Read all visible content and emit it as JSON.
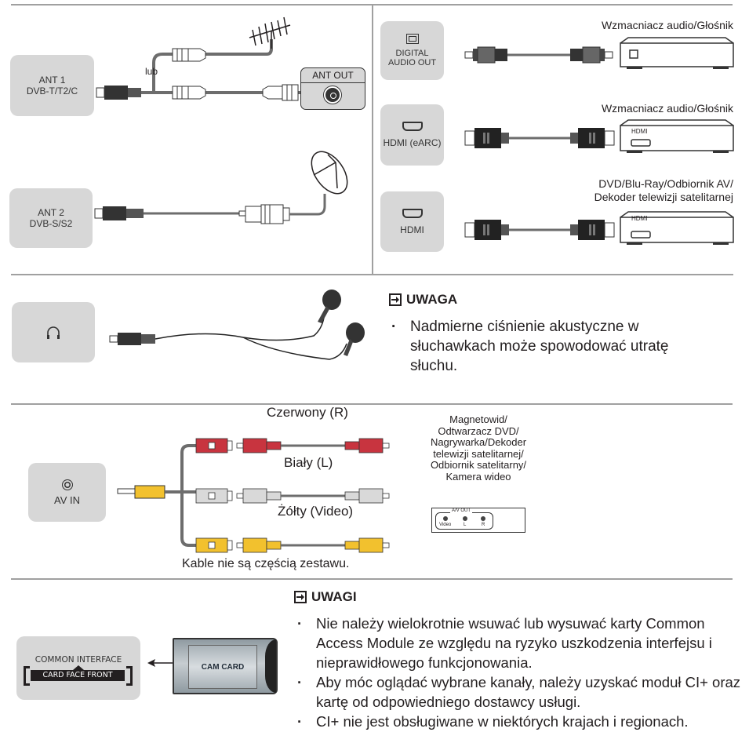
{
  "ant1": {
    "port_line1": "ANT 1",
    "port_line2": "DVB-T/T2/C",
    "or_label": "lub",
    "ant_out_label": "ANT OUT",
    "antenna_icon": "terrestrial-antenna-icon"
  },
  "ant2": {
    "port_line1": "ANT 2",
    "port_line2": "DVB-S/S2",
    "dish_icon": "satellite-dish-icon"
  },
  "digital_audio": {
    "port_line1": "DIGITAL",
    "port_line2": "AUDIO OUT",
    "device_label": "Wzmacniacz audio/Głośnik"
  },
  "hdmi_earc": {
    "port_label": "HDMI (eARC)",
    "device_label": "Wzmacniacz audio/Głośnik",
    "device_port_label": "HDMI"
  },
  "hdmi": {
    "port_label": "HDMI",
    "device_label_line1": "DVD/Blu-Ray/Odbiornik AV/",
    "device_label_line2": "Dekoder telewizji satelitarnej",
    "device_port_label": "HDMI"
  },
  "headphones": {
    "port_icon": "headphones-icon",
    "note_title": "UWAGA",
    "notes": [
      "Nadmierne ciśnienie akustyczne w słuchawkach może spowodować utratę słuchu."
    ]
  },
  "av_in": {
    "port_label": "AV IN",
    "cables": [
      {
        "label": "Czerwony (R)",
        "color": "#c8343f"
      },
      {
        "label": "Biały (L)",
        "color": "#d9d9d9"
      },
      {
        "label": "Żółty (Video)",
        "color": "#f2c12e"
      }
    ],
    "device_label_lines": [
      "Magnetowid/",
      "Odtwarzacz DVD/",
      "Nagrywarka/Dekoder",
      "telewizji satelitarnej/",
      "Odbiornik satelitarny/",
      "Kamera wideo"
    ],
    "device_port_group": "A/V OUT",
    "device_ports": [
      "Video",
      "L",
      "R"
    ],
    "footnote": "Kable nie są częścią zestawu."
  },
  "common_interface": {
    "slot_title": "COMMON INTERFACE",
    "slot_face": "CARD FACE FRONT",
    "card_label": "CAM CARD",
    "note_title": "UWAGI",
    "notes": [
      "Nie należy wielokrotnie wsuwać lub wysuwać karty Common Access Module ze względu na ryzyko uszkodzenia interfejsu i nieprawidłowego funkcjonowania.",
      "Aby móc oglądać wybrane kanały, należy uzyskać moduł CI+ oraz kartę od odpowiedniego dostawcy usługi.",
      "CI+ nie jest obsługiwane w niektórych krajach i regionach."
    ]
  }
}
